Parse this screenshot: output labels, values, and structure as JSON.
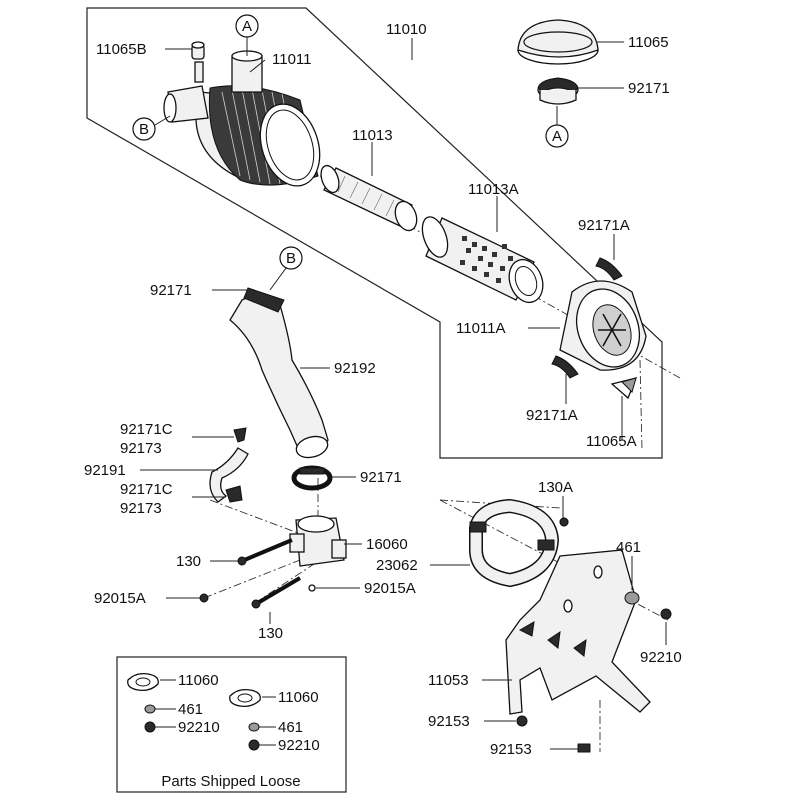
{
  "diagram": {
    "callouts": {
      "p11010": "11010",
      "p11011": "11011",
      "p11065B": "11065B",
      "p11013": "11013",
      "p11065": "11065",
      "p92171_top": "92171",
      "p11013A": "11013A",
      "p92171A_top": "92171A",
      "p92171_hose": "92171",
      "p92192": "92192",
      "p11011A": "11011A",
      "p92171A_bot": "92171A",
      "p11065A": "11065A",
      "p92171C_1": "92171C",
      "p92173_1": "92173",
      "p92191": "92191",
      "p92171C_2": "92171C",
      "p92173_2": "92173",
      "p92171_clamp": "92171",
      "p130A": "130A",
      "p16060": "16060",
      "p130_1": "130",
      "p23062": "23062",
      "p461": "461",
      "p92015A_1": "92015A",
      "p92015A_2": "92015A",
      "p92210": "92210",
      "p130_2": "130",
      "p11053": "11053",
      "p92153_1": "92153",
      "p92153_2": "92153"
    },
    "markers": {
      "a_top": "A",
      "a_bottom": "A",
      "b_left": "B",
      "b_hose": "B"
    },
    "loose_box": {
      "caption": "Parts Shipped Loose",
      "p11060_1": "11060",
      "p461_1": "461",
      "p92210_1": "92210",
      "p11060_2": "11060",
      "p461_2": "461",
      "p92210_2": "92210"
    }
  }
}
